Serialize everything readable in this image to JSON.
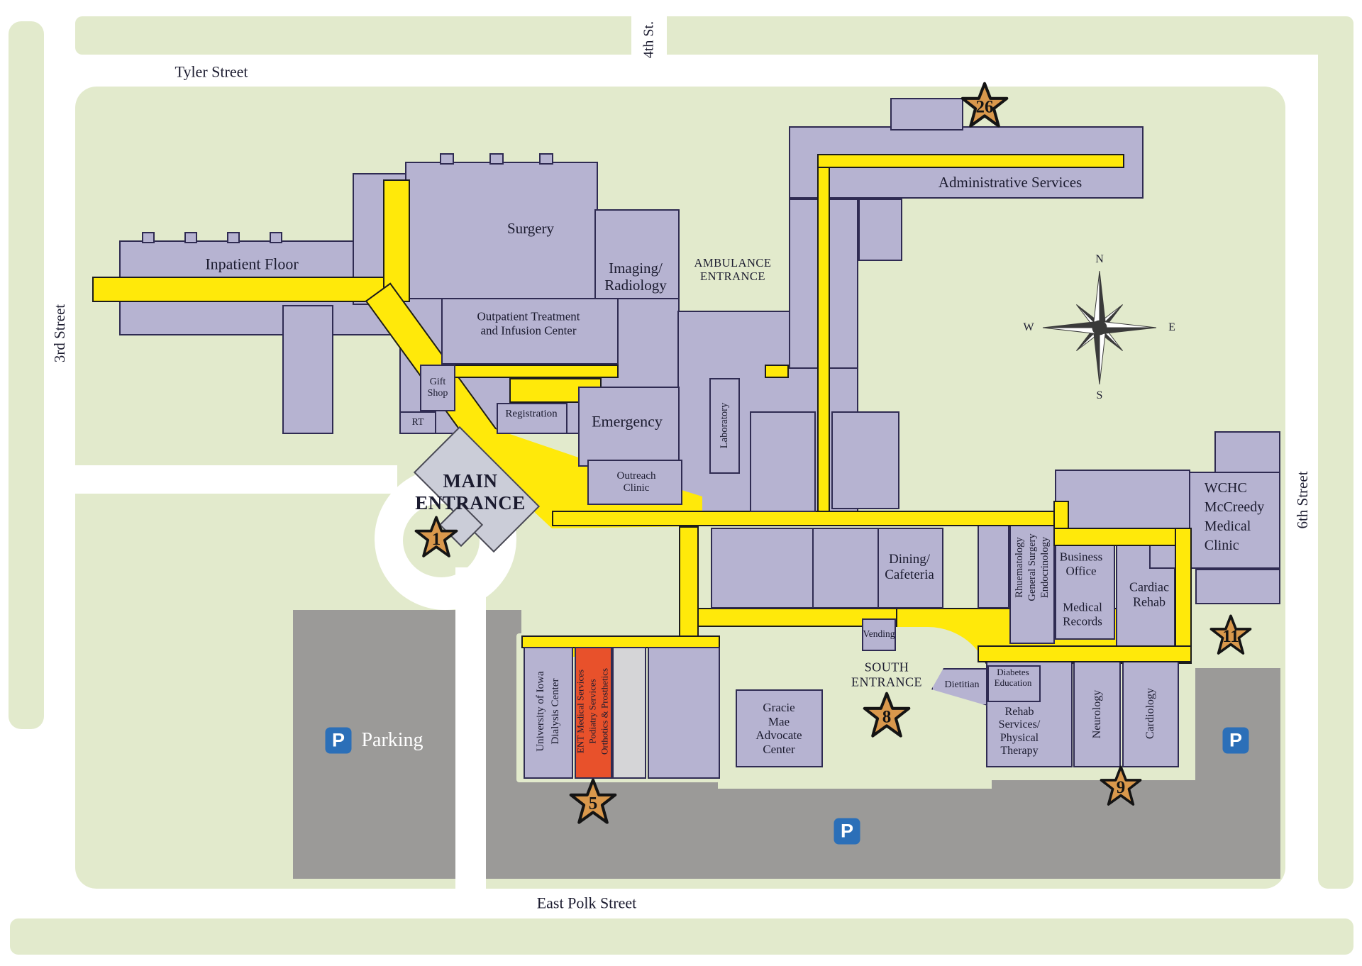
{
  "streets": {
    "tyler": "Tyler Street",
    "third": "3rd Street",
    "fourth": "4th St.",
    "sixth": "6th Street",
    "east_polk": "East Polk Street"
  },
  "buildings": {
    "inpatient": "Inpatient Floor",
    "surgery": "Surgery",
    "imaging": "Imaging/\nRadiology",
    "outpatient": "Outpatient Treatment\nand Infusion Center",
    "gift_shop": "Gift\nShop",
    "rt": "RT",
    "registration": "Registration",
    "emergency": "Emergency",
    "outreach": "Outreach\nClinic",
    "laboratory": "Laboratory",
    "administrative": "Administrative Services",
    "dining": "Dining/\nCafeteria",
    "rheumatology": "Rhuematology\nGeneral Surgery\nEndocrinology",
    "business_office": "Business\nOffice",
    "medical_records": "Medical\nRecords",
    "cardiac_rehab": "Cardiac\nRehab",
    "wchc": "WCHC\nMcCreedy\nMedical\nClinic",
    "vending": "Vending",
    "dietitian": "Dietitian",
    "diabetes": "Diabetes\nEducation",
    "rehab": "Rehab\nServices/\nPhysical\nTherapy",
    "neurology": "Neurology",
    "cardiology": "Cardiology",
    "gracie": "Gracie\nMae\nAdvocate\nCenter",
    "university": "University of Iowa\nDialysis Center",
    "ent": "ENT Medical Services\nPodiatry Services\nOrthotics & Prosthetics"
  },
  "entrances": {
    "main": "MAIN\nENTRANCE",
    "ambulance": "AMBULANCE\nENTRANCE",
    "south": "SOUTH\nENTRANCE"
  },
  "stars": [
    {
      "number": "26"
    },
    {
      "number": "1"
    },
    {
      "number": "5"
    },
    {
      "number": "8"
    },
    {
      "number": "9"
    },
    {
      "number": "11"
    }
  ],
  "parking": {
    "label": "Parking",
    "symbol": "P"
  },
  "compass": {
    "n": "N",
    "e": "E",
    "s": "S",
    "w": "W"
  },
  "colors": {
    "campus_green": "#E2EACC",
    "building_purple": "#B6B3D1",
    "outline": "#2F2B52",
    "corridor_yellow": "#FFE90A",
    "parking_gray": "#9B9A98",
    "highlight_orange": "#E8512B",
    "star_orange": "#D9984C",
    "parking_blue": "#2B6FB8"
  }
}
